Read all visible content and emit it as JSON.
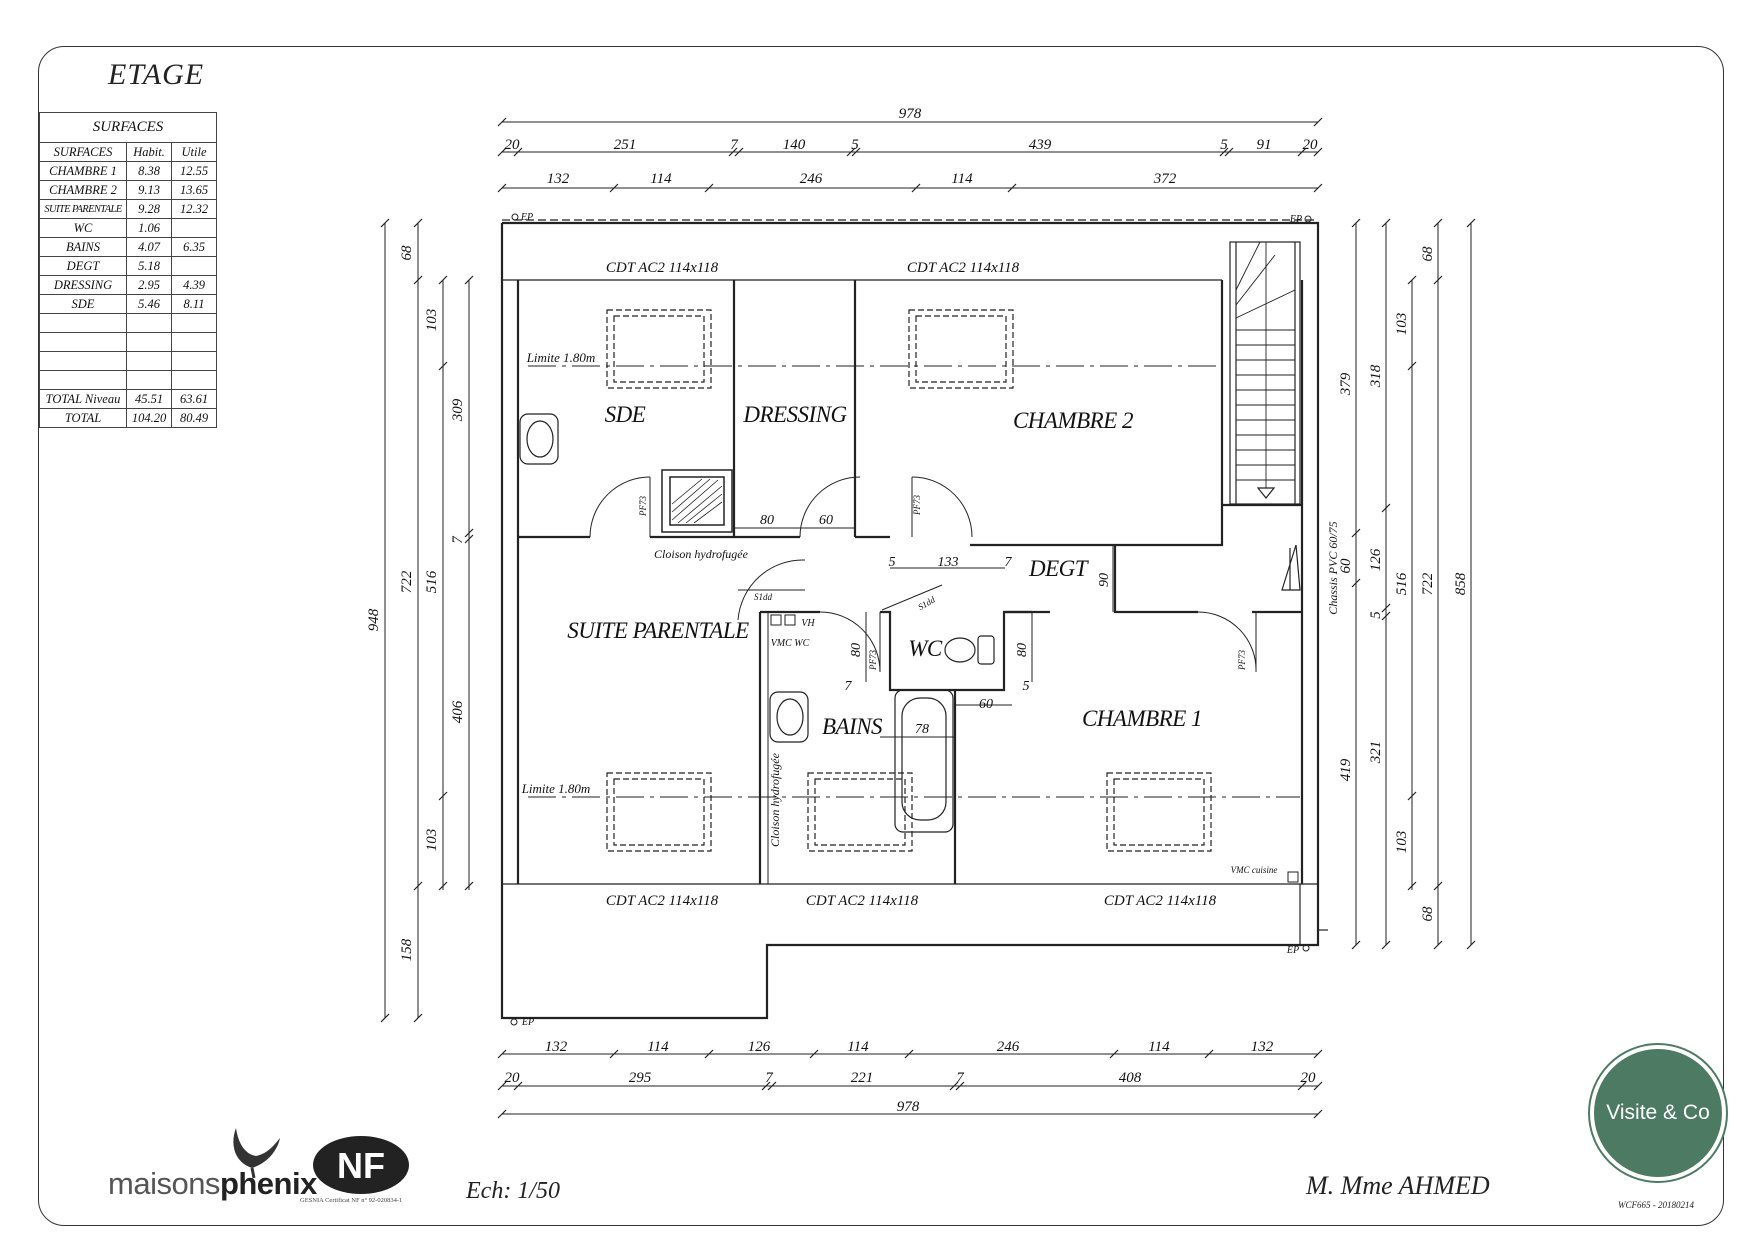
{
  "title": "ETAGE",
  "surfaces_table": {
    "caption": "SURFACES",
    "headers": [
      "SURFACES",
      "Habit.",
      "Utile"
    ],
    "rows": [
      {
        "name": "CHAMBRE 1",
        "habit": "8.38",
        "utile": "12.55"
      },
      {
        "name": "CHAMBRE 2",
        "habit": "9.13",
        "utile": "13.65"
      },
      {
        "name": "SUITE PARENTALE",
        "habit": "9.28",
        "utile": "12.32"
      },
      {
        "name": "WC",
        "habit": "1.06",
        "utile": ""
      },
      {
        "name": "BAINS",
        "habit": "4.07",
        "utile": "6.35"
      },
      {
        "name": "DEGT",
        "habit": "5.18",
        "utile": ""
      },
      {
        "name": "DRESSING",
        "habit": "2.95",
        "utile": "4.39"
      },
      {
        "name": "SDE",
        "habit": "5.46",
        "utile": "8.11"
      }
    ],
    "total_niveau": {
      "name": "TOTAL Niveau",
      "habit": "45.51",
      "utile": "63.61"
    },
    "total": {
      "name": "TOTAL",
      "habit": "104.20",
      "utile": "80.49"
    }
  },
  "rooms": {
    "sde": "SDE",
    "dressing": "DRESSING",
    "chambre2": "CHAMBRE 2",
    "suite": "SUITE PARENTALE",
    "degt": "DEGT",
    "wc": "WC",
    "bains": "BAINS",
    "chambre1": "CHAMBRE 1"
  },
  "annotations": {
    "cdt": "CDT AC2 114x118",
    "limite": "Limite 1.80m",
    "cloison": "Cloison hydrofugée",
    "chassis": "Chassis PVC 60/75",
    "vmc_wc": "VMC WC",
    "vh": "VH",
    "vmc_cuisine": "VMC cuisine",
    "ep": "EP",
    "door": "PF73",
    "slide": "S1dd"
  },
  "dimensions": {
    "top_total": "978",
    "top_row2": [
      "20",
      "251",
      "7",
      "140",
      "5",
      "439",
      "5",
      "91",
      "20"
    ],
    "top_row3": [
      "132",
      "114",
      "246",
      "114",
      "372"
    ],
    "bottom_row1": [
      "132",
      "114",
      "126",
      "114",
      "246",
      "114",
      "132"
    ],
    "bottom_row2": [
      "20",
      "295",
      "7",
      "221",
      "7",
      "408",
      "20"
    ],
    "bottom_total": "978",
    "left_total": "948",
    "left_col2": [
      "68",
      "722",
      "158"
    ],
    "left_col3": [
      "103",
      "516",
      "103"
    ],
    "left_col4": [
      "309",
      "7",
      "406"
    ],
    "right_col1": [
      "379",
      "60",
      "419"
    ],
    "right_col2": [
      "318",
      "126",
      "5",
      "321"
    ],
    "right_col3": [
      "103",
      "516",
      "103"
    ],
    "right_col4": [
      "68",
      "722",
      "68"
    ],
    "right_total": "858",
    "interior": [
      "80",
      "60",
      "5",
      "133",
      "7",
      "90",
      "80",
      "7",
      "80",
      "5",
      "60",
      "78"
    ]
  },
  "footer": {
    "brand_light": "maisons",
    "brand_bold": "phenix",
    "nf": "NF",
    "cert": "GESNIA Certificat NF n° 92-020834-1",
    "scale": "Ech: 1/50",
    "client": "M. Mme AHMED",
    "ref": "WCF665 - 20180214",
    "badge": "Visite & Co"
  }
}
